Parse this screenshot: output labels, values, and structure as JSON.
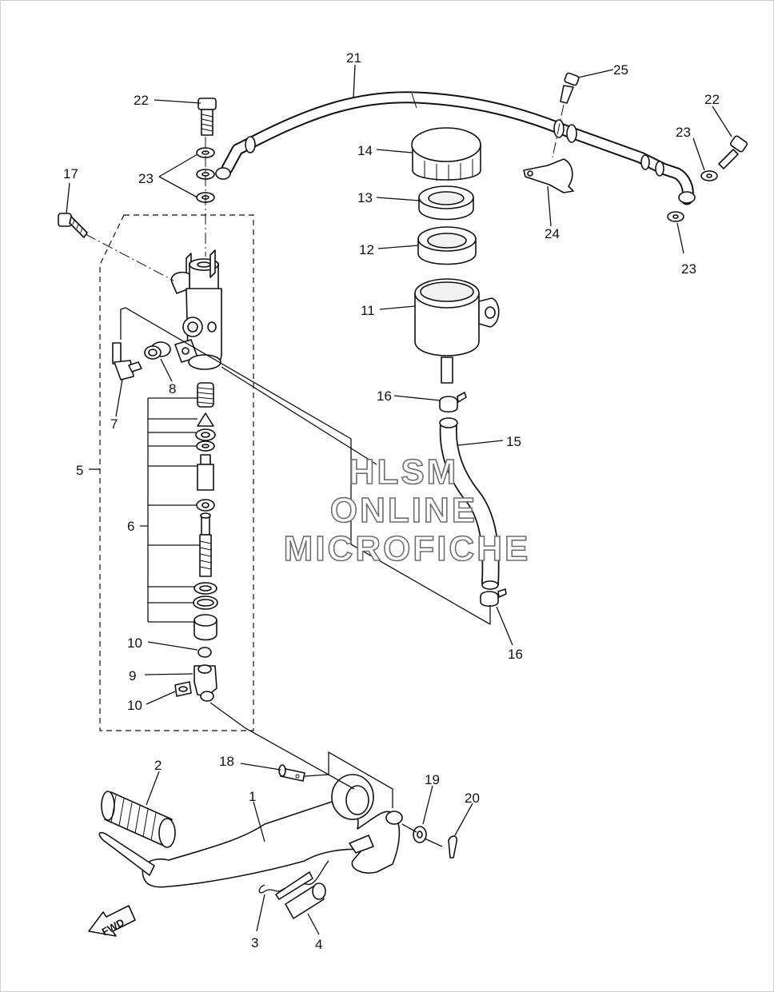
{
  "diagram": {
    "labels": {
      "l1": "1",
      "l2": "2",
      "l3": "3",
      "l4": "4",
      "l5": "5",
      "l6": "6",
      "l7": "7",
      "l8": "8",
      "l9": "9",
      "l10a": "10",
      "l10b": "10",
      "l11": "11",
      "l12": "12",
      "l13": "13",
      "l14": "14",
      "l15": "15",
      "l16a": "16",
      "l16b": "16",
      "l17": "17",
      "l18": "18",
      "l19": "19",
      "l20": "20",
      "l21": "21",
      "l22a": "22",
      "l22b": "22",
      "l23a": "23",
      "l23b": "23",
      "l23c": "23",
      "l24": "24",
      "l25": "25"
    },
    "watermark": [
      "HLSM",
      "ONLINE",
      "MICROFICHE"
    ],
    "direction_badge": "FWD"
  }
}
